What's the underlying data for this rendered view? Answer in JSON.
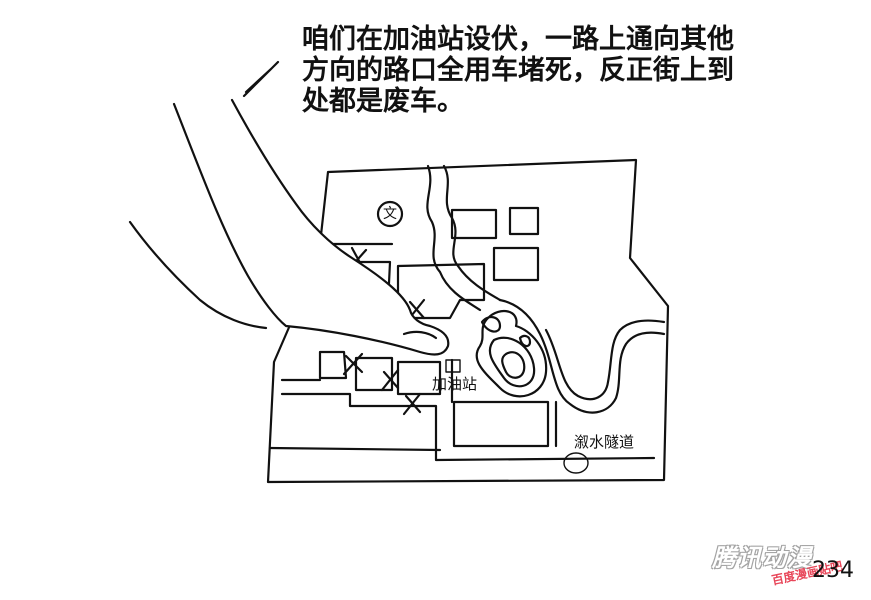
{
  "caption": {
    "line1": "咱们在加油站设伏，一路上通向其他",
    "line2": "方向的路口全用车堵死，反正街上到",
    "line3": "处都是废车。"
  },
  "map": {
    "school_symbol": "文",
    "gas_station_label": "加油站",
    "tunnel_label": "溆水隧道"
  },
  "page_number": "234",
  "watermark": {
    "main": "腾讯动漫",
    "sub": "百度漫画贴吧"
  }
}
